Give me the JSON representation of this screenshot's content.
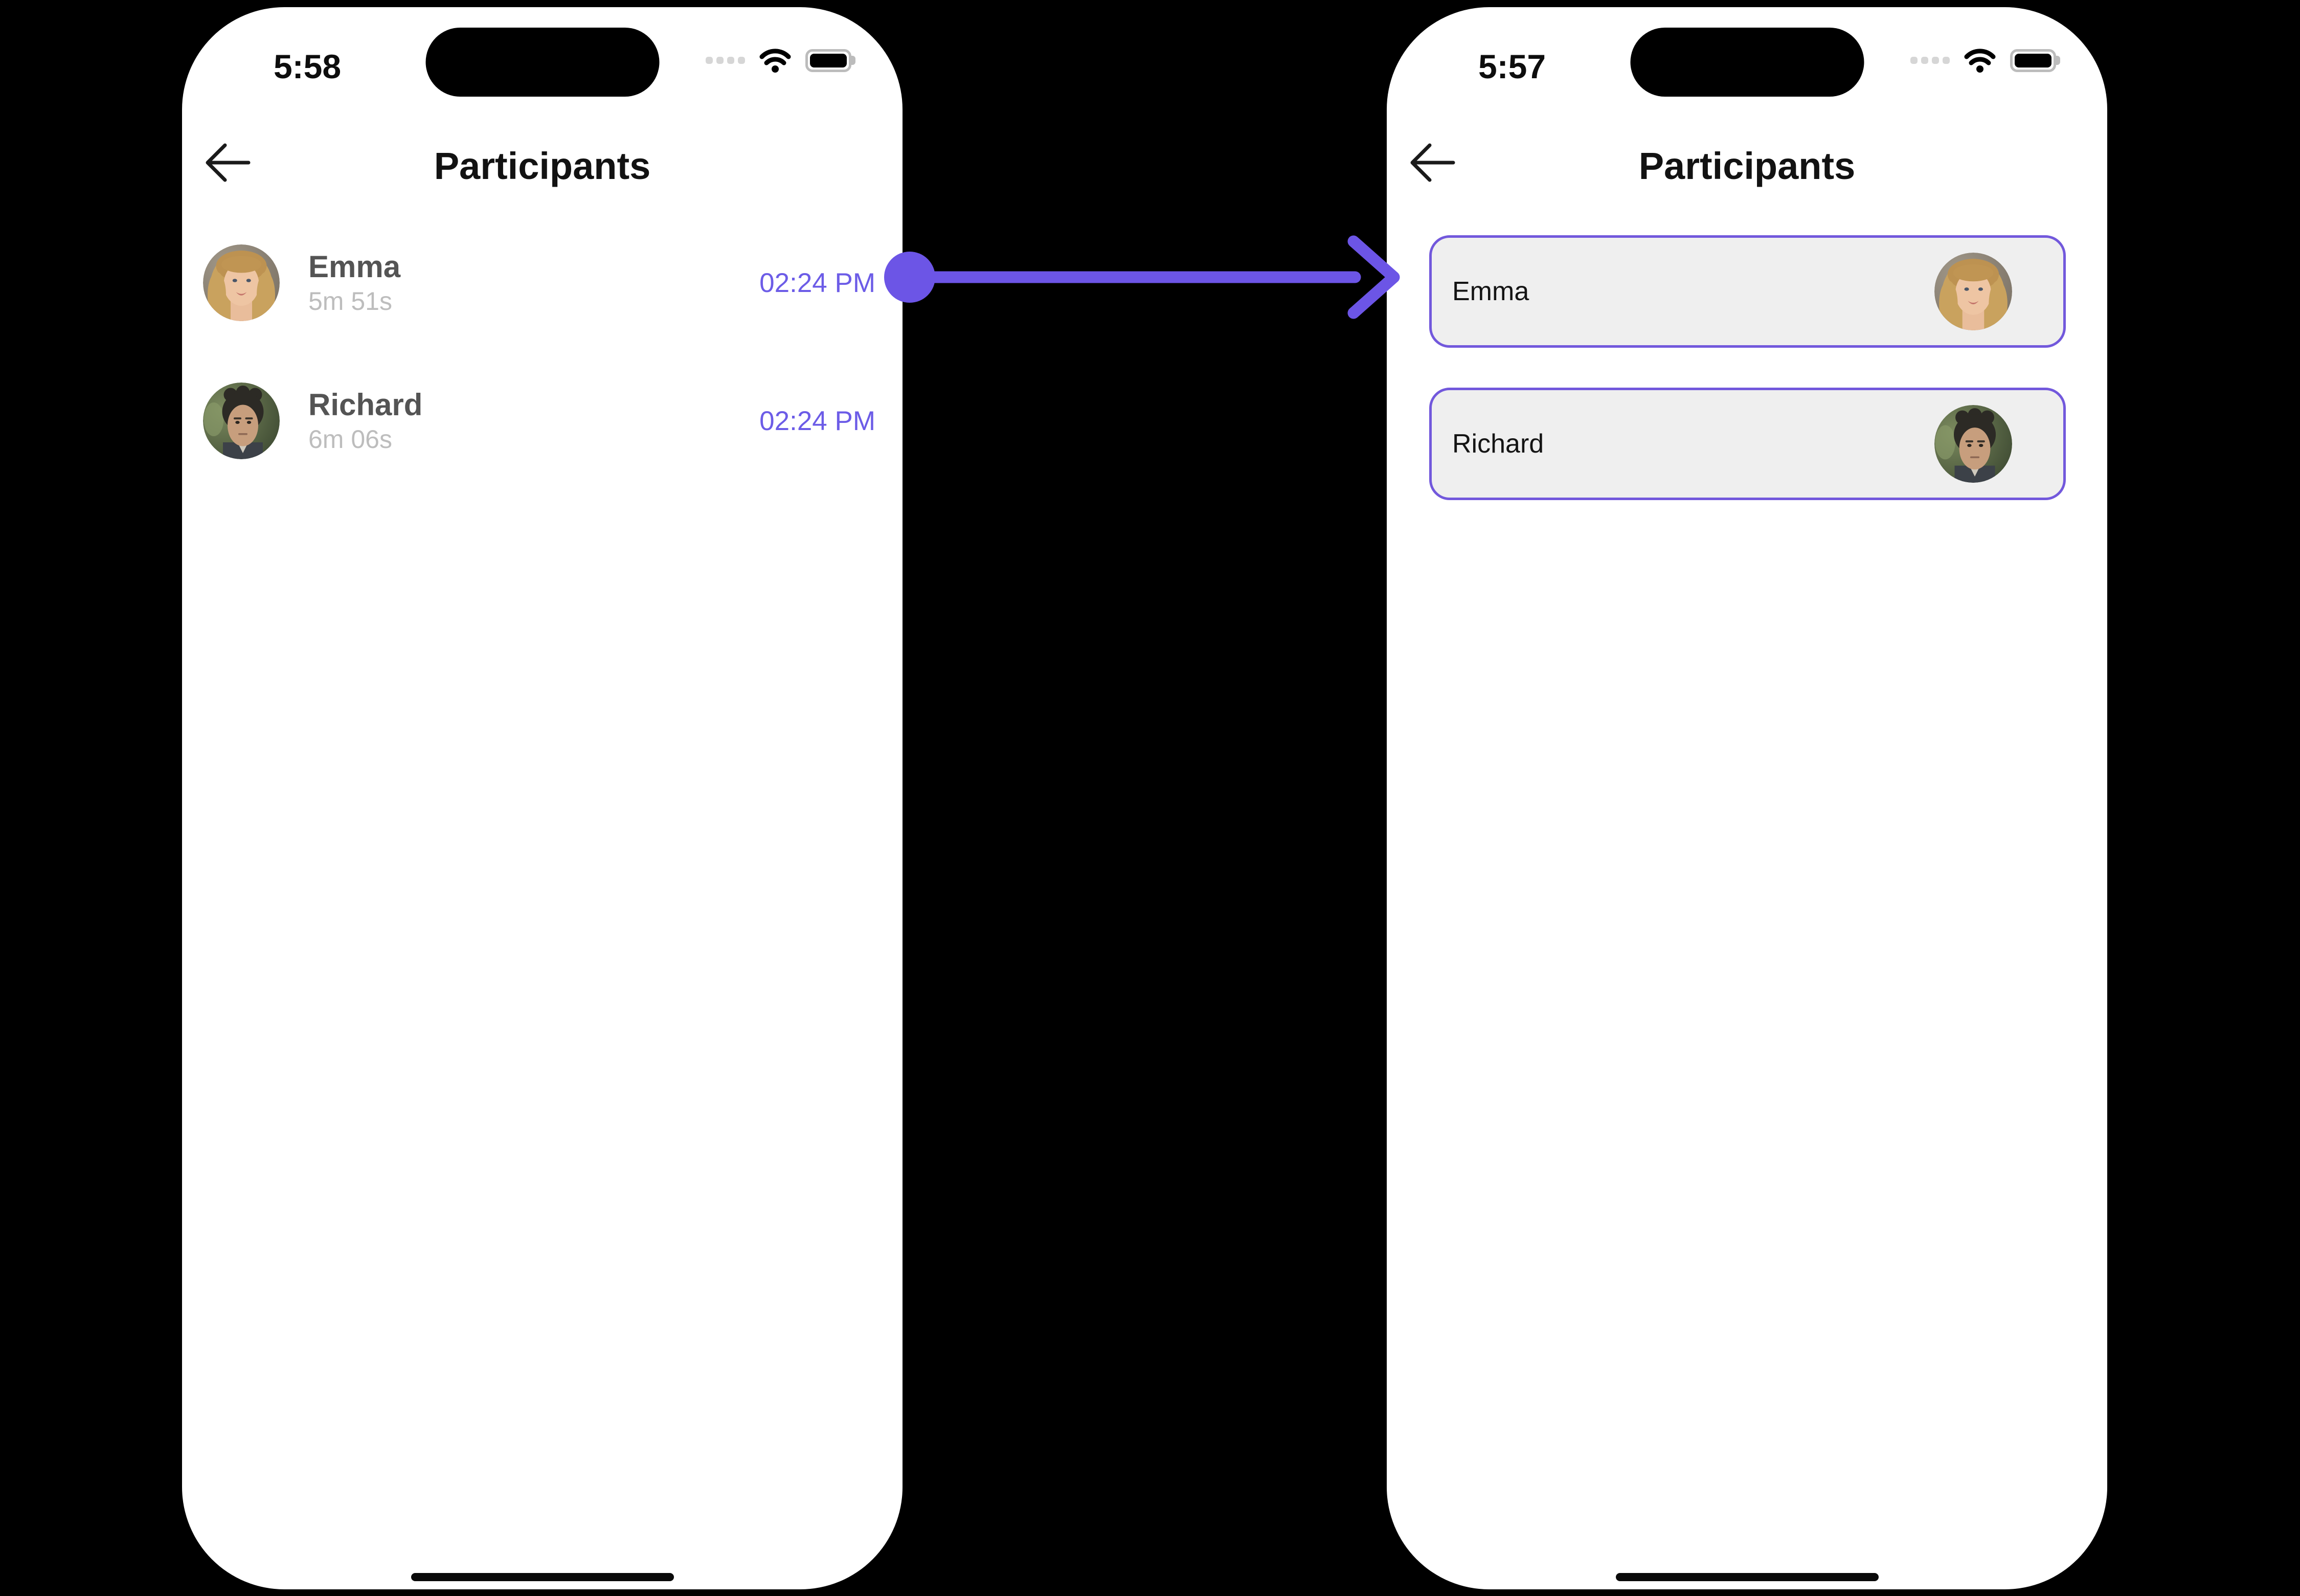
{
  "colors": {
    "accent-arrow": "#6c55e6",
    "accent-time": "#6c5ce7",
    "card-border": "#7258dc",
    "card-bg": "#efefef"
  },
  "screen_before": {
    "status_time": "5:58",
    "title": "Participants",
    "participants": [
      {
        "name": "Emma",
        "duration": "5m 51s",
        "time": "02:24 PM",
        "avatar": "emma-avatar"
      },
      {
        "name": "Richard",
        "duration": "6m 06s",
        "time": "02:24 PM",
        "avatar": "richard-avatar"
      }
    ]
  },
  "screen_after": {
    "status_time": "5:57",
    "title": "Participants",
    "participants": [
      {
        "name": "Emma",
        "avatar": "emma-avatar"
      },
      {
        "name": "Richard",
        "avatar": "richard-avatar"
      }
    ]
  }
}
